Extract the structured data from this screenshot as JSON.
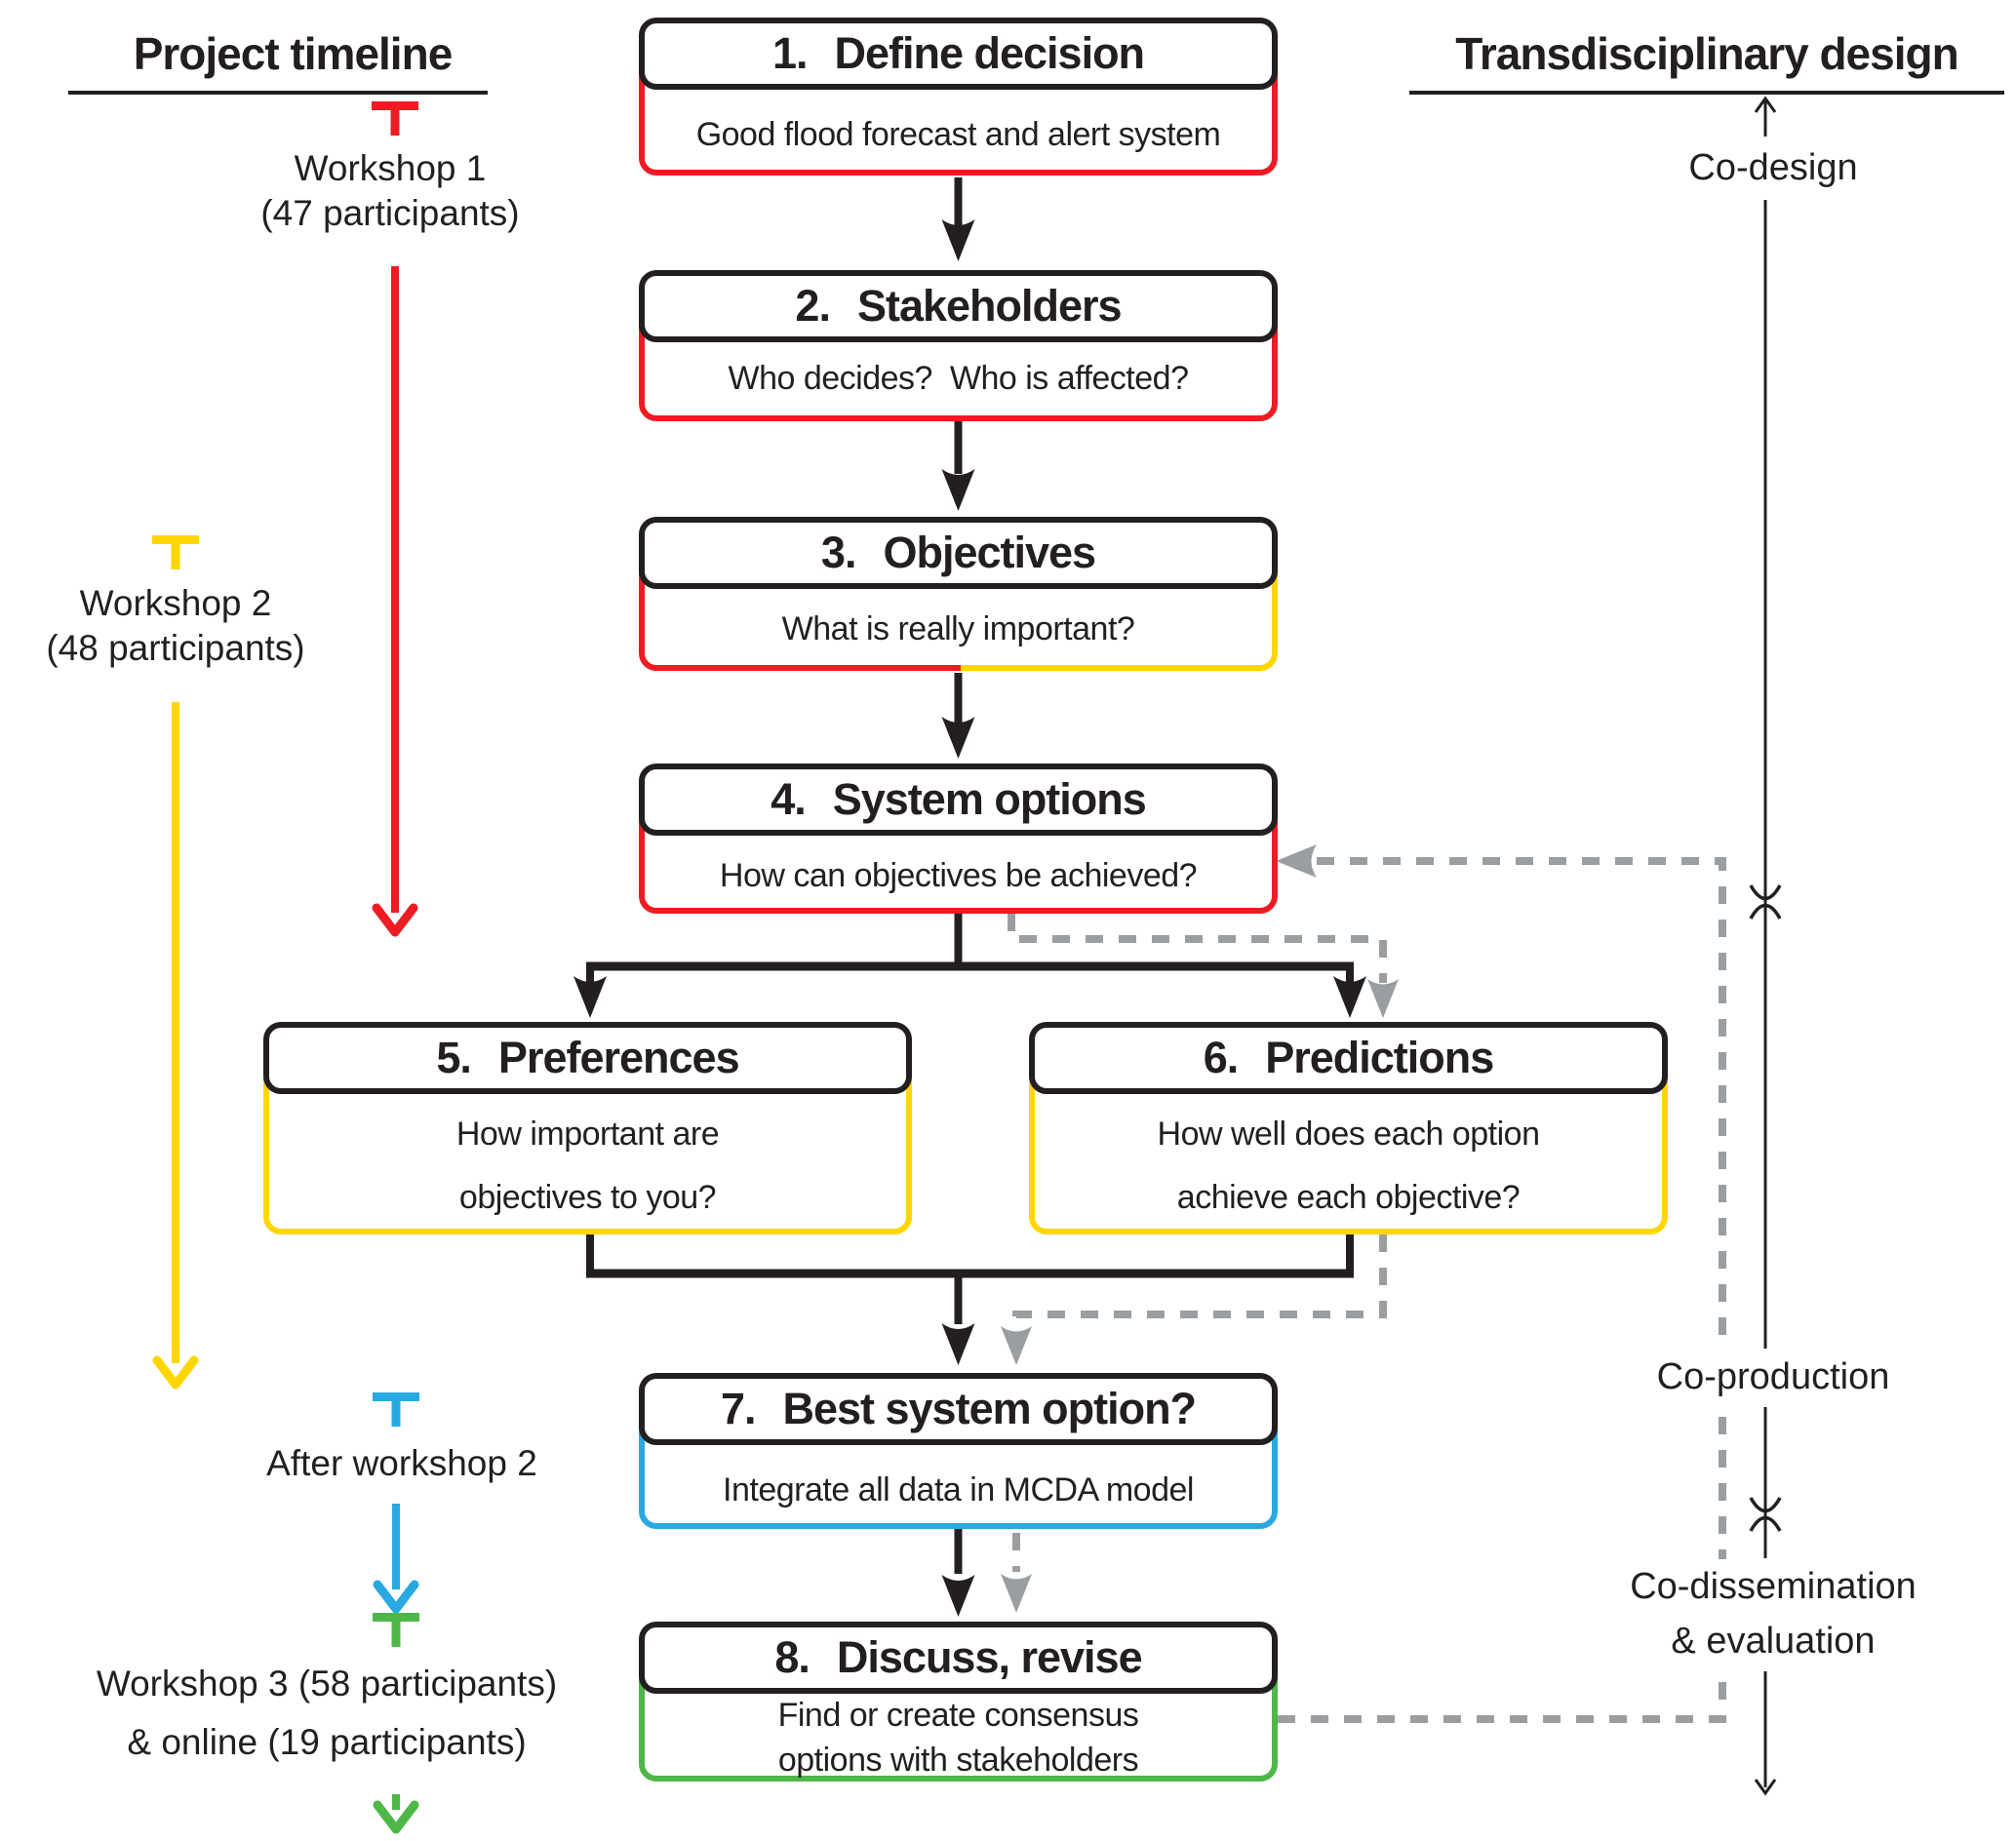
{
  "left_column": {
    "header": "Project timeline",
    "events": [
      {
        "id": "workshop-1",
        "color": "#EC1C24",
        "lines": [
          "Workshop 1",
          "(47 participants)"
        ]
      },
      {
        "id": "workshop-2",
        "color": "#FFD600",
        "lines": [
          "Workshop 2",
          "(48 participants)"
        ]
      },
      {
        "id": "after-workshop-2",
        "color": "#29A9E1",
        "lines": [
          "After workshop 2"
        ]
      },
      {
        "id": "workshop-3",
        "color": "#4DB748",
        "lines": [
          "Workshop 3 (58 participants)",
          "& online (19 participants)"
        ]
      }
    ]
  },
  "right_column": {
    "header": "Transdisciplinary design",
    "phases": [
      {
        "id": "co-design",
        "label_lines": [
          "Co-design"
        ]
      },
      {
        "id": "co-production",
        "label_lines": [
          "Co-production"
        ]
      },
      {
        "id": "co-dissemination",
        "label_lines": [
          "Co-dissemination",
          "& evaluation"
        ]
      }
    ]
  },
  "steps": [
    {
      "number": "1.",
      "title": "Define decision",
      "subtitle_lines": [
        "Good flood forecast and alert system"
      ],
      "border": "red"
    },
    {
      "number": "2.",
      "title": "Stakeholders",
      "subtitle_lines": [
        "Who decides?  Who is affected?"
      ],
      "border": "red"
    },
    {
      "number": "3.",
      "title": "Objectives",
      "subtitle_lines": [
        "What is really important?"
      ],
      "border": "red-yellow"
    },
    {
      "number": "4.",
      "title": "System options",
      "subtitle_lines": [
        "How can objectives be achieved?"
      ],
      "border": "red"
    },
    {
      "number": "5.",
      "title": "Preferences",
      "subtitle_lines": [
        "How important are",
        "objectives to you?"
      ],
      "border": "yellow"
    },
    {
      "number": "6.",
      "title": "Predictions",
      "subtitle_lines": [
        "How well does each option",
        "achieve each objective?"
      ],
      "border": "yellow"
    },
    {
      "number": "7.",
      "title": "Best system option?",
      "subtitle_lines": [
        "Integrate all data in MCDA model"
      ],
      "border": "blue"
    },
    {
      "number": "8.",
      "title": "Discuss, revise",
      "subtitle_lines": [
        "Find or create consensus",
        "options with stakeholders"
      ],
      "border": "green"
    }
  ],
  "colors": {
    "red": "#EC1C24",
    "yellow": "#FFD600",
    "blue": "#29A9E1",
    "green": "#4DB748",
    "gray": "#9B9EA1",
    "black": "#231F20"
  }
}
